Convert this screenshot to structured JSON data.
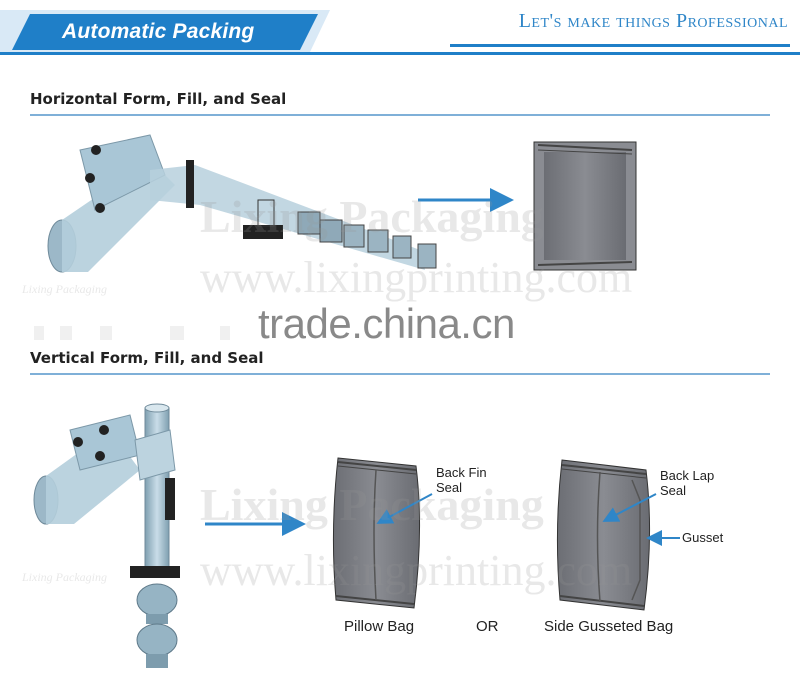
{
  "banner": {
    "title": "Automatic Packing",
    "slogan": "Let's make things Professional"
  },
  "sections": {
    "horizontal": {
      "title": "Horizontal Form, Fill, and Seal"
    },
    "vertical": {
      "title": "Vertical Form, Fill, and Seal"
    }
  },
  "vertical_labels": {
    "back_fin": "Back Fin",
    "back_fin_2": "Seal",
    "back_lap": "Back Lap",
    "back_lap_2": "Seal",
    "gusset": "Gusset",
    "pillow_bag": "Pillow Bag",
    "or": "OR",
    "side_gusseted": "Side Gusseted Bag"
  },
  "watermarks": {
    "brand": "Lixing Packaging",
    "url": "www.lixingprinting.com",
    "logo_text": "Lixing Packaging",
    "tradechina": "trade.china.cn"
  },
  "colors": {
    "accent_blue": "#2f86c8",
    "banner_blue": "#1f7fc8",
    "machine_blue": "#a9c6d6",
    "bag_gray": "#7c7e84"
  }
}
